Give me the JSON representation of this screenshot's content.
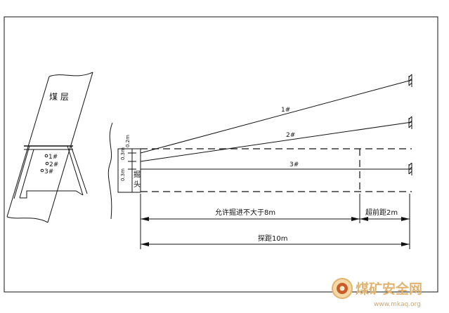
{
  "diagram": {
    "coal_seam_label": "煤 层",
    "holes": [
      {
        "id": "1#",
        "label": "1#"
      },
      {
        "id": "2#",
        "label": "2#"
      },
      {
        "id": "3#",
        "label": "3#"
      }
    ],
    "face_labels": [
      "0.2m",
      "0.3m",
      "0.3m"
    ],
    "heading_label": [
      "掘",
      "头"
    ],
    "dim_allowed": "允许掘进不大于8m",
    "dim_advance": "超前距2m",
    "dim_probe": "探距10m"
  },
  "watermark": {
    "title": "煤矿安全网",
    "url": "www.mkaq.org",
    "color": "#e0b470"
  }
}
